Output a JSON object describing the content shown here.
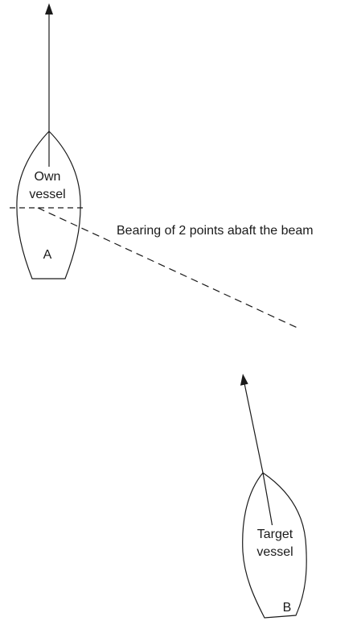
{
  "own_vessel": {
    "label_line1": "Own",
    "label_line2": "vessel",
    "marker": "A"
  },
  "target_vessel": {
    "label_line1": "Target",
    "label_line2": "vessel",
    "marker": "B"
  },
  "bearing_label": "Bearing of 2 points abaft the beam",
  "icons": {
    "heading_arrow": "arrow-up-icon"
  }
}
